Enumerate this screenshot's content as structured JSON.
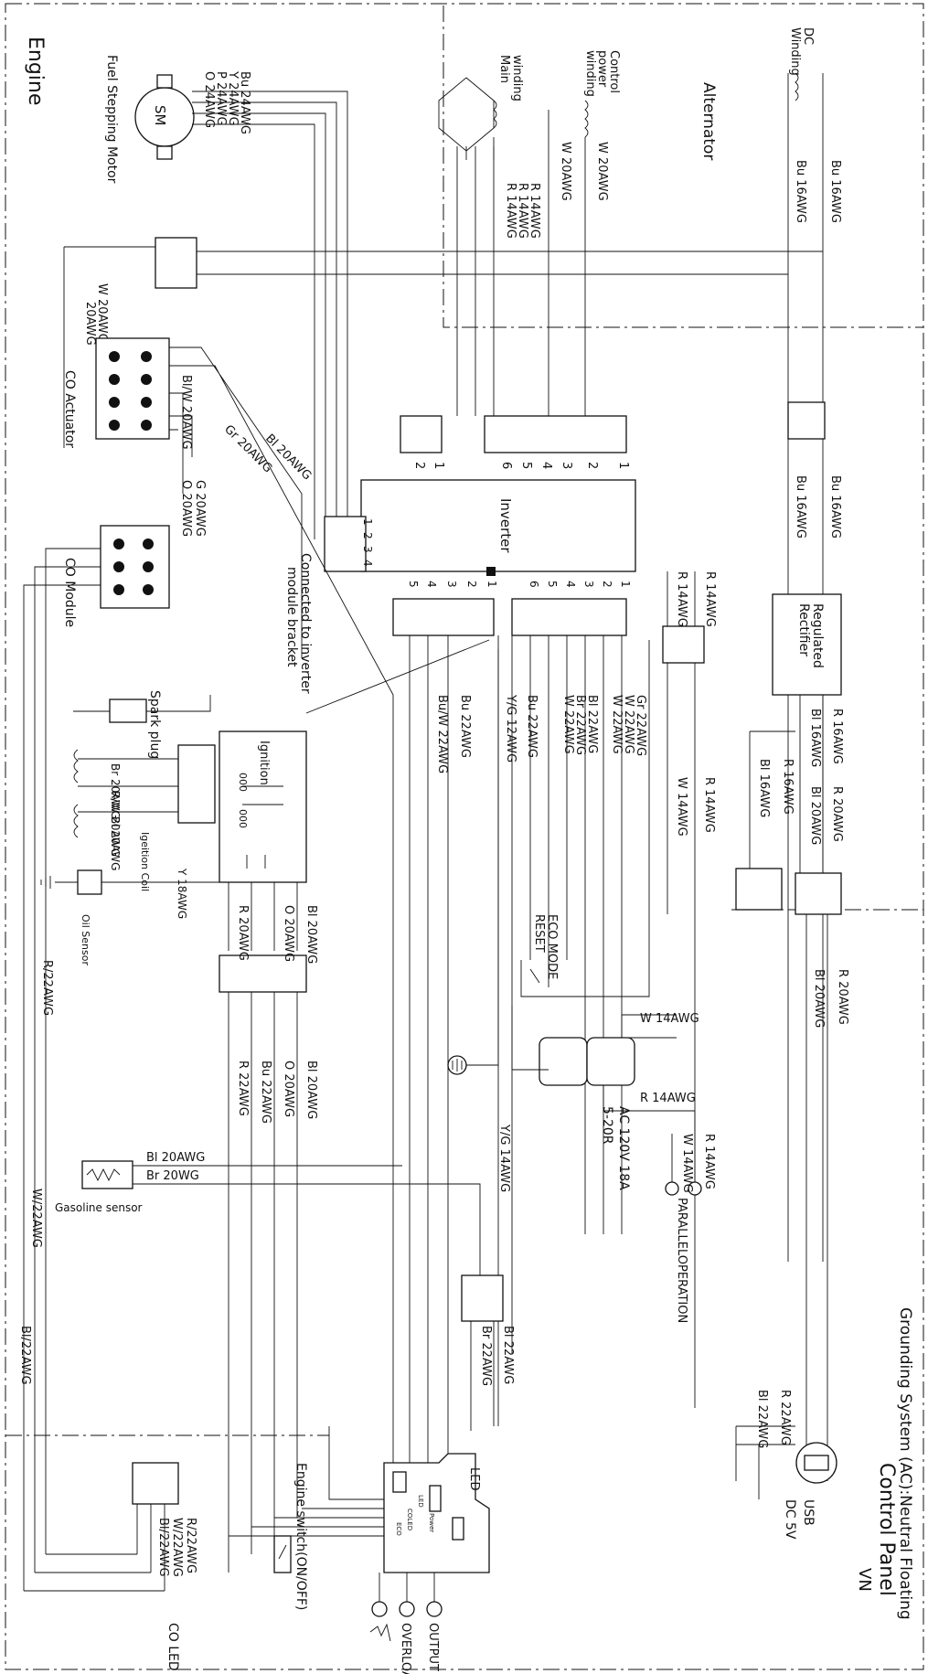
{
  "sections": {
    "engine": "Engine",
    "alternator": "Alternator",
    "control_panel": "Control Panel",
    "vn": "VN",
    "grounding": "Grounding System (AC):Neutral Floating"
  },
  "components": {
    "stepping_motor_symbol": "SM",
    "stepping_motor": "Fuel Stepping Motor",
    "dc_winding": [
      "DC",
      "Winding"
    ],
    "main_winding": [
      "Main",
      "winding"
    ],
    "control_winding": [
      "Control",
      "power",
      "winding"
    ],
    "inverter": "Inverter",
    "co_actuator": "CO Actuator",
    "co_module": "CO Module",
    "bracket_note": [
      "Connected to inverter",
      "module bracket"
    ],
    "regulated_rectifier": [
      "Regulated",
      "Rectifier"
    ],
    "spark_plug": "Spark plug",
    "ignition": "Ignition",
    "ignition_coil": "Igeition Coil",
    "oil_sensor": "Oil Sensor",
    "eco_mode": "ECO MODE",
    "reset": "RESET",
    "outlet": [
      "AC 120V 18A",
      "5-20R"
    ],
    "parallel": "PARALLELOPERATION",
    "gasoline_sensor": "Gasoline sensor",
    "co_led": "CO LED",
    "led": "LED",
    "engine_switch": "Engine switch(ON/OFF)",
    "usb": [
      "USB",
      "DC 5V"
    ],
    "output_ready": "OUTPUT READY",
    "overload": "OVERLOAD"
  },
  "motor_wires": [
    "O 24AWG",
    "P 24AWG",
    "Y 24AWG",
    "Bu 24AWG"
  ],
  "alt_wires": [
    "R 14AWG",
    "R 14AWG",
    "R 14AWG",
    "W 20AWG",
    "W 20AWG"
  ],
  "dc_wires": [
    "Bu 16AWG",
    "Bu 16AWG"
  ],
  "dc_wires_lower": [
    "Bu 16AWG",
    "Bu 16AWG"
  ],
  "rect_in": [
    "R 14AWG",
    "R 14AWG"
  ],
  "rect_out": [
    "R 16AWG",
    "Bl 16AWG",
    "R 16AWG",
    "Bl 16AWG",
    "Bl 20AWG",
    "R 20AWG"
  ],
  "usb_wires": [
    "R 20AWG",
    "Bl 20AWG"
  ],
  "w20_label": "W 20AWG",
  "actuator_wires": [
    "Bl 20AWG",
    "Gr 20AWG",
    "Bl/W 20AWG",
    "O 20AWG",
    "G 20AWG"
  ],
  "inverter_pins_top": [
    "6",
    "5",
    "4",
    "3",
    "2",
    "1"
  ],
  "inverter_pins_left": [
    "1",
    "2",
    "3",
    "4"
  ],
  "inverter_pins_b1": [
    "6",
    "5",
    "4",
    "3",
    "2",
    "1"
  ],
  "inverter_pins_b2": [
    "5",
    "4",
    "3",
    "2",
    "1"
  ],
  "conn2_pins": [
    "2",
    "1"
  ],
  "inv_out_wires": [
    "Gr 22AWG",
    "W 22AWG",
    "W 22AWG",
    "Bl 22AWG",
    "Br 22AWG",
    "W 22AWG",
    "Bu 22AWG",
    "Y/G 12AWG"
  ],
  "inv_out2_wires": [
    "Bu 22AWG",
    "Bu/W 22AWG"
  ],
  "out_wires": [
    "R 14AWG",
    "W 14AWG"
  ],
  "outlet_wires": [
    "W 14AWG",
    "R 14AWG"
  ],
  "parallel_wires": [
    "R 14AWG",
    "W 14AWG"
  ],
  "yg_outlet": "Y/G 14AWG",
  "ign_wires": [
    "Br 20AWG",
    "R/W 20AWG",
    "Bl 20AWG"
  ],
  "ign_coil_marks": [
    "000",
    "000"
  ],
  "oil_wire": "Y 18AWG",
  "ign_out_wires": [
    "Bl 20AWG",
    "O 20AWG",
    "R 20AWG"
  ],
  "ign_out2_wires": [
    "Bl 20AWG",
    "O 20AWG",
    "Bu 22AWG",
    "R 22AWG"
  ],
  "co_led_long_wires": [
    "R/22AWG",
    "W/22AWG",
    "Bl/22AWG"
  ],
  "co_led_wires": [
    "R/22AWG",
    "W/22AWG",
    "Bl/22AWG"
  ],
  "gas_wires": [
    "Bl 20AWG",
    "Br 20WG"
  ],
  "led_wires": [
    "Bl 22AWG",
    "Br 22AWG"
  ],
  "usb_out_wires": [
    "R 22AWG",
    "Bl 22AWG"
  ],
  "pcb_marks": [
    "Power",
    "LED",
    "COLED",
    "ECO"
  ]
}
